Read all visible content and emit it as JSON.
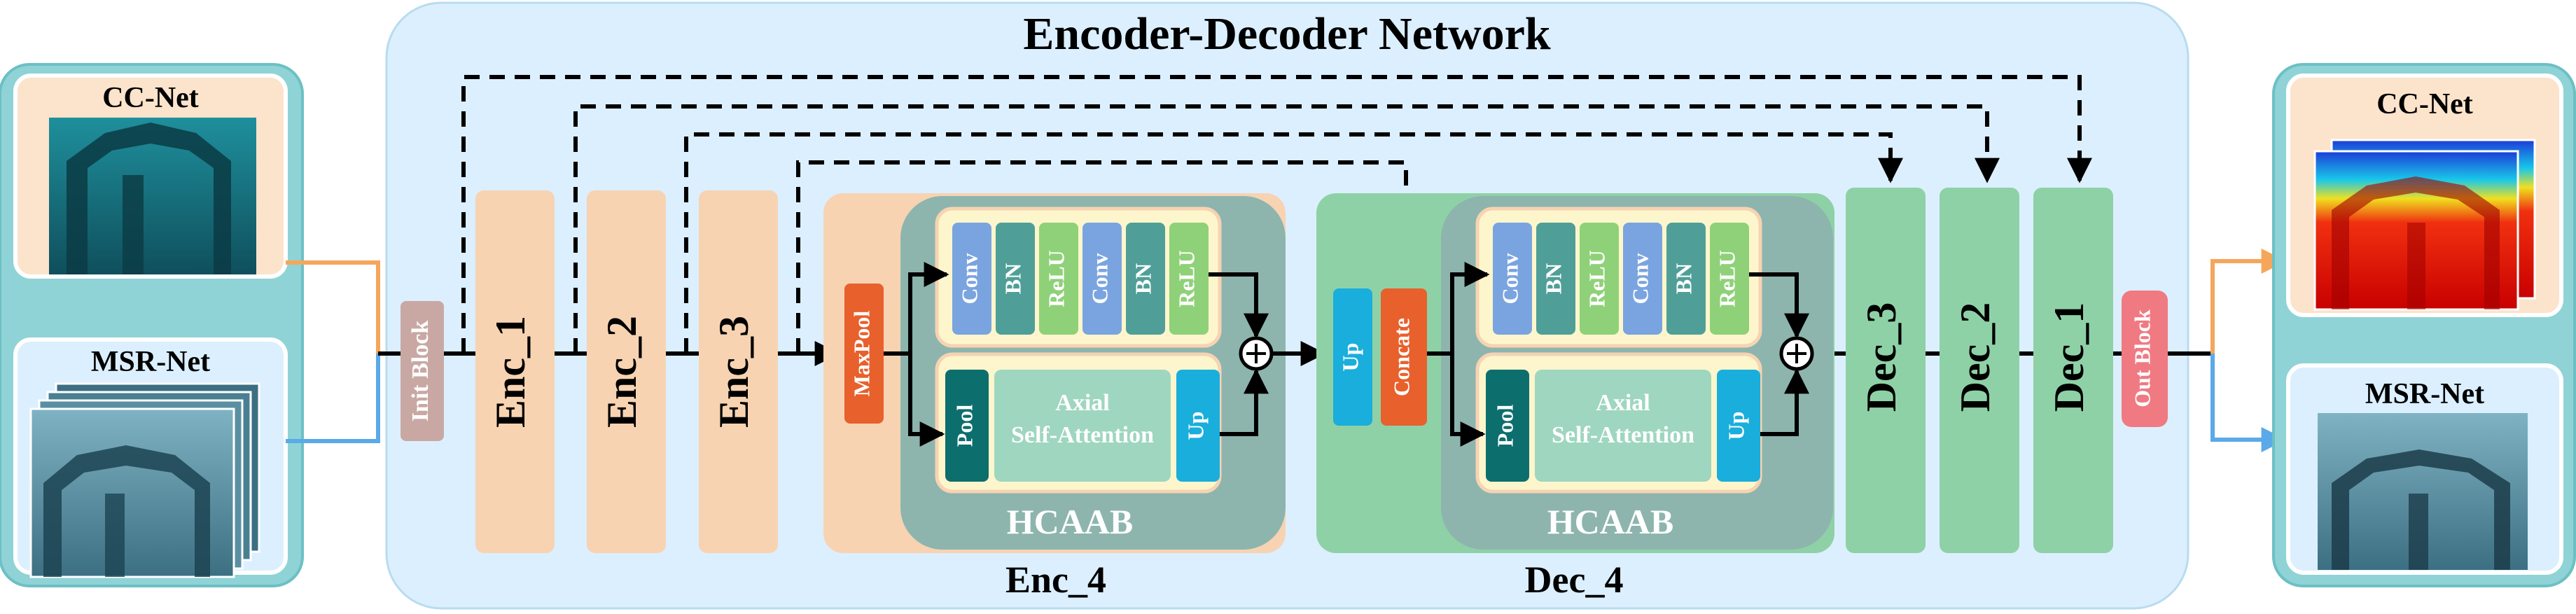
{
  "title": "Encoder-Decoder Network",
  "left_panel": {
    "cc_title": "CC-Net",
    "msr_title": "MSR-Net"
  },
  "right_panel": {
    "cc_title": "CC-Net",
    "msr_title": "MSR-Net"
  },
  "blocks": {
    "init": "Init Block",
    "enc1": "Enc_1",
    "enc2": "Enc_2",
    "enc3": "Enc_3",
    "dec3": "Dec_3",
    "dec2": "Dec_2",
    "dec1": "Dec_1",
    "out": "Out Block"
  },
  "enc4": {
    "label": "Enc_4",
    "maxpool": "MaxPool",
    "hcaab": "HCAAB",
    "conv_row": [
      "Conv",
      "BN",
      "ReLU",
      "Conv",
      "BN",
      "ReLU"
    ],
    "pool": "Pool",
    "axial_line1": "Axial",
    "axial_line2": "Self-Attention",
    "up": "Up"
  },
  "dec4": {
    "label": "Dec_4",
    "up": "Up",
    "concat": "Concate",
    "hcaab": "HCAAB",
    "conv_row": [
      "Conv",
      "BN",
      "ReLU",
      "Conv",
      "BN",
      "ReLU"
    ],
    "pool": "Pool",
    "axial_line1": "Axial",
    "axial_line2": "Self-Attention",
    "up2": "Up"
  },
  "colors": {
    "network_bg": "#dcefff",
    "panel_bg": "#8fd3d6",
    "enc_block": "#f7d3b2",
    "dec_block": "#8fd1a6",
    "init_block": "#c9a8a4",
    "out_block": "#f07a82",
    "maxpool": "#e8602c",
    "up": "#19aedc",
    "pool": "#0d6e6e",
    "conv": "#7aa4e0",
    "bn": "#4f9f98",
    "relu": "#8fd178",
    "hcaab": "#8db5ae",
    "orange_arrow": "#f5a65b",
    "blue_arrow": "#5aa9e8"
  }
}
